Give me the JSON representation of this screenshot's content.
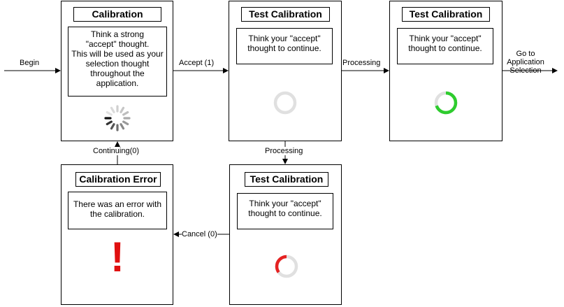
{
  "screens": {
    "calibration": {
      "title": "Calibration",
      "message": "Think a strong\n\"accept\" thought.\nThis will be used as your\nselection thought\nthroughout the\napplication.",
      "indicator": "spinner-icon"
    },
    "test_idle": {
      "title": "Test Calibration",
      "message": "Think your \"accept\"\nthought to continue.",
      "indicator": "progress-ring-empty"
    },
    "test_success": {
      "title": "Test Calibration",
      "message": "Think your \"accept\"\nthought to continue.",
      "indicator": "progress-ring-green",
      "progress": 0.7,
      "color": "#2ecc2e"
    },
    "test_failing": {
      "title": "Test Calibration",
      "message": "Think your \"accept\"\nthought to continue.",
      "indicator": "progress-ring-red",
      "progress": 0.35,
      "color": "#e52222"
    },
    "error": {
      "title": "Calibration Error",
      "message": "There was an error with\nthe calibration.",
      "indicator": "exclamation-icon",
      "color": "#e01010"
    }
  },
  "transitions": {
    "begin": "Begin",
    "accept": "Accept (1)",
    "processing_right": "Processing",
    "go_to_app": "Go to\nApplication\nSelection",
    "processing_down": "Processing",
    "cancel": "Cancel (0)",
    "continuing": "Continuing(0)"
  },
  "colors": {
    "ring_track": "#e0e0e0",
    "line": "#000000"
  }
}
